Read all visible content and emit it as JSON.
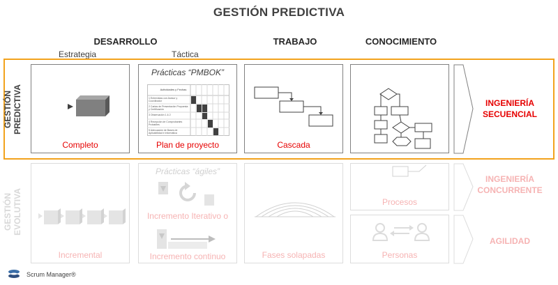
{
  "title": "GESTIÓN PREDICTIVA",
  "columns": {
    "desarrollo": "DESARROLLO",
    "trabajo": "TRABAJO",
    "conocimiento": "CONOCIMIENTO"
  },
  "subcolumns": {
    "estrategia": "Estrategia",
    "tactica": "Táctica"
  },
  "rows": {
    "predictiva": {
      "label_line1": "GESTIÓN",
      "label_line2": "PREDICTIVA",
      "strategy_caption": "Completo",
      "tactic_title": "Prácticas “PMBOK”",
      "tactic_caption": "Plan de proyecto",
      "work_caption": "Cascada",
      "right_line1": "INGENIERÍA",
      "right_line2": "SECUENCIAL",
      "table_header": "Actividades y Fechas",
      "table_rows": [
        "1  Entrevistas con Asesor y Coordinador",
        "2  Cartas de Presentación Propuesta y Certificación",
        "3  Observación 1 & 2",
        "4  Recepción de Comprobantes Probables",
        "5  Adecuación de Bases de Aplicabilidad e Informática"
      ]
    },
    "evolutiva": {
      "label_line1": "GESTIÓN",
      "label_line2": "EVOLUTIVA",
      "strategy_caption": "Incremental",
      "tactic_title": "Prácticas “ágiles”",
      "tactic_caption_1": "Incremento Iterativo o",
      "tactic_caption_2": "Incremento continuo",
      "work_caption": "Fases solapadas",
      "knowledge_caption_1": "Procesos",
      "knowledge_caption_2": "Personas",
      "right_a_line1": "INGENIERÍA",
      "right_a_line2": "CONCURRENTE",
      "right_b": "AGILIDAD"
    }
  },
  "footer": "Scrum Manager®",
  "colors": {
    "highlight": "#f2a21c",
    "red": "#e60000",
    "pink": "#f6b3b3",
    "faded": "#d0d0d0"
  }
}
